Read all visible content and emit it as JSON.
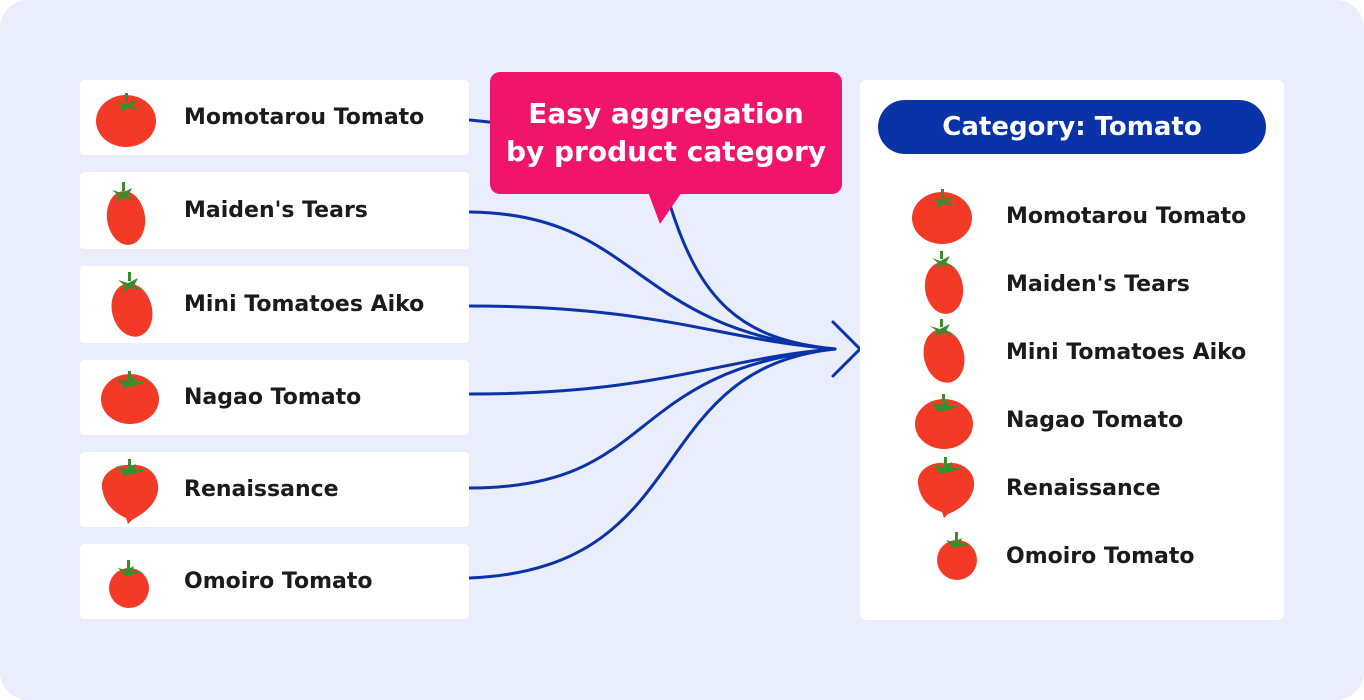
{
  "callout": {
    "line1": "Easy aggregation",
    "line2": "by product category"
  },
  "category": {
    "label": "Category: Tomato"
  },
  "products": [
    {
      "name": "Momotarou Tomato",
      "icon": "round-tomato-icon"
    },
    {
      "name": "Maiden's Tears",
      "icon": "oval-tomato-icon"
    },
    {
      "name": "Mini Tomatoes Aiko",
      "icon": "oval-tomato-icon"
    },
    {
      "name": "Nagao Tomato",
      "icon": "round-tomato-icon"
    },
    {
      "name": "Renaissance",
      "icon": "pointed-tomato-icon"
    },
    {
      "name": "Omoiro Tomato",
      "icon": "small-tomato-icon"
    }
  ],
  "colors": {
    "background": "#e9edfc",
    "accent_blue": "#0a33a8",
    "callout_pink": "#f0146a",
    "tomato_red": "#f23a26",
    "leaf_green": "#3a8c2e"
  }
}
